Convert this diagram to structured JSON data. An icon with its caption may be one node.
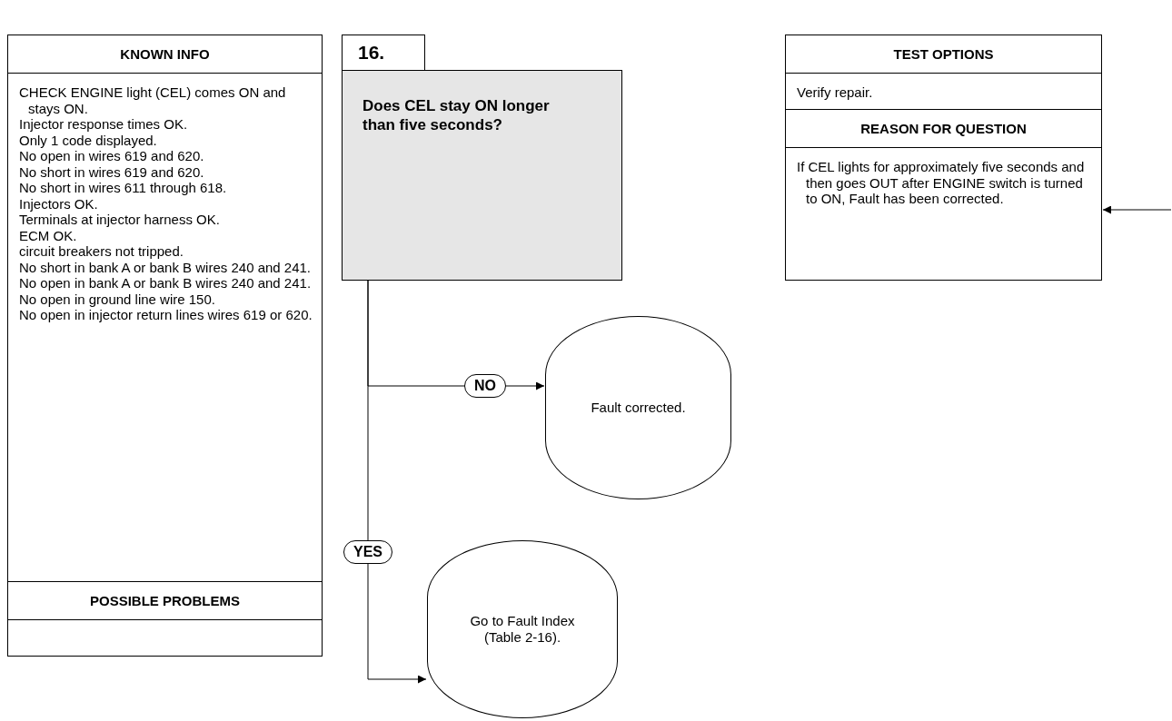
{
  "diagram": {
    "nodes": [
      {
        "text": [
          "KNOWN INFO",
          "CHECK ENGINE light (CEL) comes ON and stays ON.",
          "Injector response times OK.",
          "Only 1 code displayed.",
          "No open in wires 619 and 620.",
          "No short in wires 619 and 620.",
          "No short in wires 611 through 618.",
          "Injectors OK.",
          "Terminals at injector harness OK.",
          "ECM OK.",
          "circuit breakers not tripped.",
          "No short in bank A or bank B wires 240 and 241.",
          "No open in bank A or bank B wires 240 and 241.",
          "No open in ground line wire 150.",
          "No open in injector return lines wires 619 or 620."
        ]
      },
      {
        "text": [
          "POSSIBLE PROBLEMS"
        ]
      },
      {
        "text": [
          "16.",
          "Does CEL stay ON longer than five seconds?"
        ]
      },
      {
        "text": [
          "TEST OPTIONS",
          "Verify repair."
        ]
      },
      {
        "text": [
          "REASON FOR QUESTION",
          "If CEL lights for approximately five seconds and then goes OUT after ENGINE switch is turned to ON, Fault has been corrected."
        ]
      },
      {
        "text": [
          "Fault corrected."
        ]
      },
      {
        "text": [
          "Go to Fault Index (Table 2-16)."
        ]
      }
    ],
    "edges": [
      {
        "from": 2,
        "to": 5,
        "label": "NO",
        "arrow": "to"
      },
      {
        "from": 2,
        "to": 6,
        "label": "YES",
        "arrow": "to"
      },
      {
        "from": null,
        "to": 4,
        "arrow": "to"
      }
    ]
  }
}
